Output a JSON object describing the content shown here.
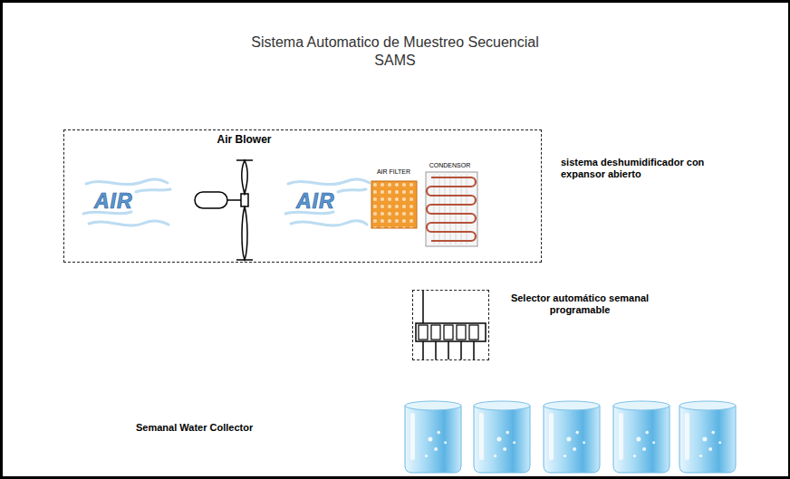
{
  "diagram": {
    "title": "Sistema Automatico de Muestreo Secuencial SAMS",
    "nodes": [
      {
        "text": [
          "sistema deshumidificador con expansor abierto"
        ]
      },
      {
        "text": [
          "Air Blower"
        ],
        "in": 0
      },
      {
        "text": [
          "AIR FILTER"
        ],
        "in": 0
      },
      {
        "text": [
          "CONDENSOR"
        ],
        "in": 0
      },
      {
        "text": [
          "Selector automático semanal programable"
        ]
      },
      {
        "text": []
      },
      {
        "text": []
      },
      {
        "text": []
      },
      {
        "text": []
      },
      {
        "text": []
      }
    ],
    "edges": [
      {
        "from": 3,
        "to": 4,
        "arrow": "to"
      },
      {
        "from": 4,
        "to": 5,
        "arrow": "to"
      },
      {
        "from": 4,
        "to": 6,
        "arrow": "to"
      },
      {
        "from": 4,
        "to": 7,
        "arrow": "to"
      },
      {
        "from": 4,
        "to": 8,
        "arrow": "to"
      },
      {
        "from": 4,
        "to": 9,
        "arrow": "to"
      }
    ],
    "labels": [
      "AIR",
      "AIR",
      "Semanal Water Collector"
    ]
  }
}
